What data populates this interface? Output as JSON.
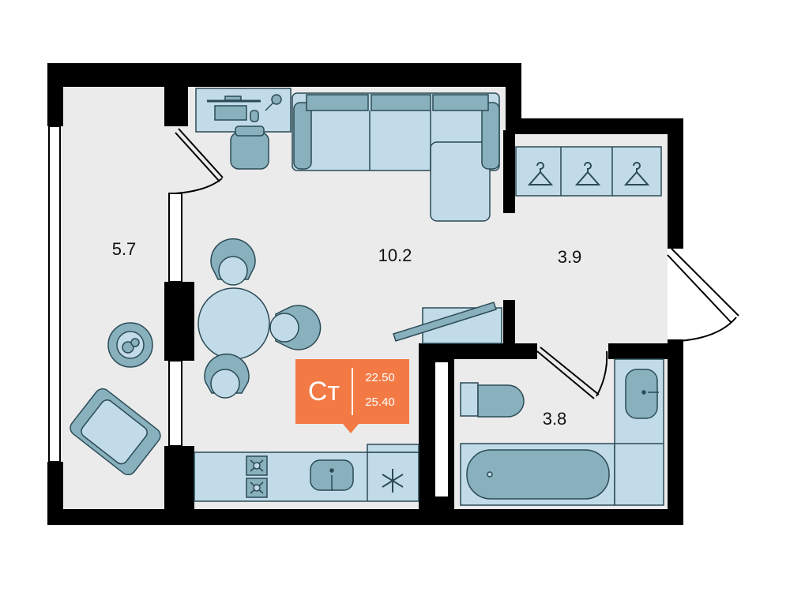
{
  "colors": {
    "wall": "#000000",
    "floor": "#ebebeb",
    "furniture_light": "#c2dbe8",
    "furniture_dark": "#88b0bd",
    "outline": "#2b4b56",
    "badge": "#f37a45"
  },
  "rooms": {
    "balcony_area": "5.7",
    "living_area": "10.2",
    "hall_area": "3.9",
    "bath_area": "3.8"
  },
  "badge": {
    "type": "Ст",
    "area_living": "22.50",
    "area_total": "25.40"
  },
  "icons": {
    "wardrobe": "hanger-icon",
    "stove": "stove-burner-icon",
    "sink": "sink-icon",
    "fridge": "snowflake-icon"
  }
}
